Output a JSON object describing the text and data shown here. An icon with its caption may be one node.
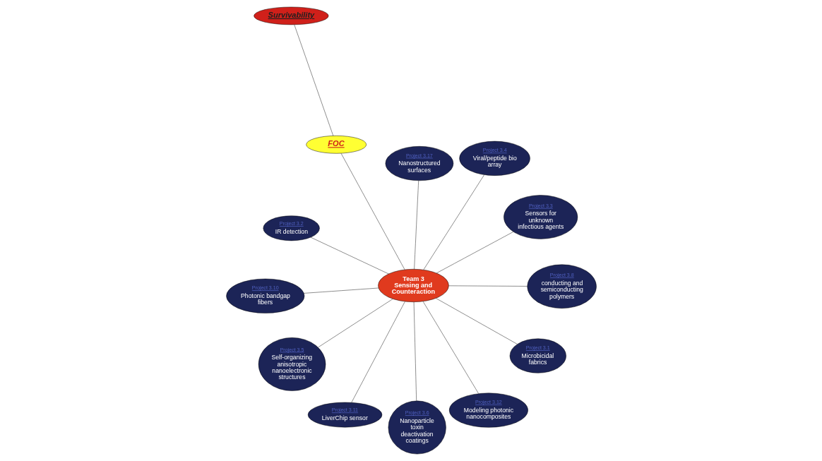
{
  "diagram": {
    "nodes": [
      {
        "text": [
          "Project 3.10",
          "Photonic bandgap fibers"
        ]
      },
      {
        "text": [
          "Project 3.3",
          "Sensors for unknown infectious agents"
        ]
      },
      {
        "text": [
          "Project 3.11",
          "LiverChip sensor"
        ]
      },
      {
        "text": [
          "Project 3.17",
          "Nanostructured surfaces"
        ]
      },
      {
        "text": [
          "Project 3.4",
          "Viral/peptide bio array"
        ]
      },
      {
        "text": [
          "Project 3.2",
          "IR detection"
        ]
      },
      {
        "text": [
          "Team 3 Sensing and Counteraction"
        ]
      },
      {
        "text": [
          "Project 3.1",
          "Microbicidal fabrics"
        ]
      },
      {
        "text": [
          "Project 3.5",
          "Self-organizing anisotropic nanoelectronic structures"
        ]
      },
      {
        "text": [
          "Project 3.12",
          "Modeling photonic nanocomposites"
        ]
      },
      {
        "text": [
          "Project 3.6",
          "Nanoparticle toxin deactivation coatings"
        ]
      },
      {
        "text": [
          "FOC"
        ]
      },
      {
        "text": [
          "Project 3.8",
          "conducting and semiconducting polymers"
        ]
      },
      {
        "text": [
          "Survivability"
        ]
      }
    ],
    "edges": [
      {
        "from": 6,
        "to": 0,
        "arrow": "none"
      },
      {
        "from": 6,
        "to": 1,
        "arrow": "none"
      },
      {
        "from": 6,
        "to": 2,
        "arrow": "none"
      },
      {
        "from": 6,
        "to": 3,
        "arrow": "none"
      },
      {
        "from": 6,
        "to": 4,
        "arrow": "none"
      },
      {
        "from": 6,
        "to": 5,
        "arrow": "none"
      },
      {
        "from": 6,
        "to": 7,
        "arrow": "none"
      },
      {
        "from": 6,
        "to": 8,
        "arrow": "none"
      },
      {
        "from": 6,
        "to": 9,
        "arrow": "none"
      },
      {
        "from": 6,
        "to": 10,
        "arrow": "none"
      },
      {
        "from": 6,
        "to": 11,
        "arrow": "none"
      },
      {
        "from": 6,
        "to": 12,
        "arrow": "none"
      },
      {
        "from": 11,
        "to": 13,
        "arrow": "none"
      }
    ]
  }
}
